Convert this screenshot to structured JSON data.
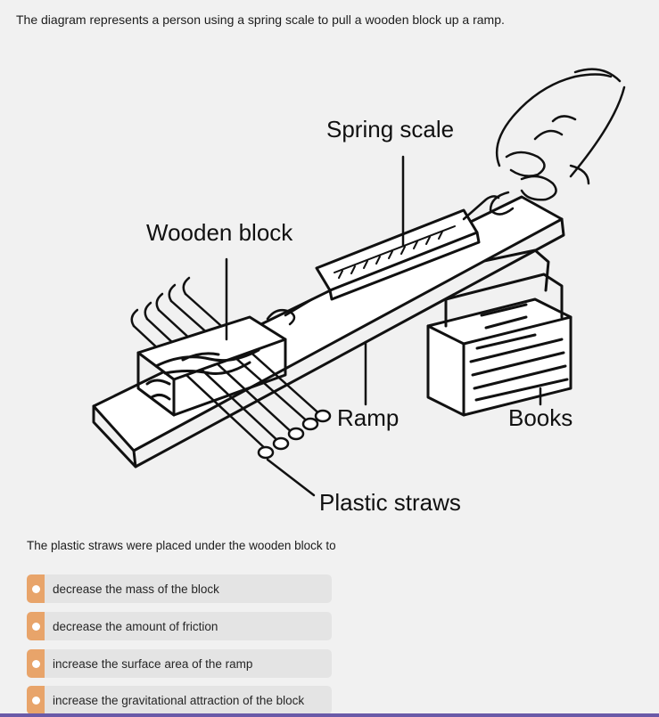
{
  "question": {
    "intro": "The diagram represents a person using a spring scale to pull a wooden block up a ramp.",
    "prompt": "The plastic straws were placed under the wooden block to"
  },
  "diagram": {
    "labels": {
      "spring_scale": "Spring scale",
      "wooden_block": "Wooden block",
      "ramp": "Ramp",
      "books": "Books",
      "plastic_straws": "Plastic straws"
    }
  },
  "choices": [
    {
      "label": "decrease the mass of the block"
    },
    {
      "label": "decrease the amount of friction"
    },
    {
      "label": "increase the surface area of the ramp"
    },
    {
      "label": "increase the gravitational attraction of the block"
    }
  ],
  "colors": {
    "choice_tab": "#e8a46a",
    "choice_bg": "#e4e4e4",
    "bottom_bar": "#6a5aa8"
  }
}
